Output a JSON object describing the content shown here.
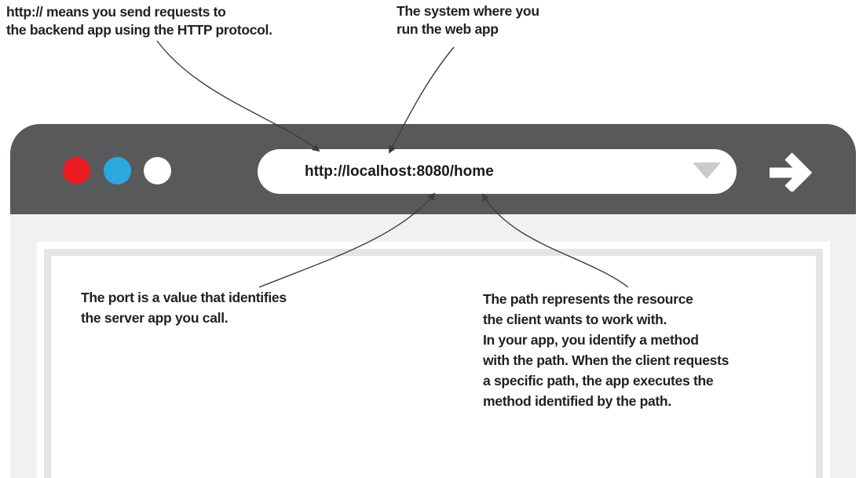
{
  "figure": {
    "description_colors": {
      "browser_chrome": "#58595B",
      "browser_body_background": "#F1F1F2",
      "viewport_frame_border": "#E4E5E6",
      "address_pill": "#FFFFFF",
      "traffic_light_red": "#EC1C24",
      "traffic_light_blue": "#2BA9DF",
      "traffic_light_white": "#FFFFFF",
      "dropdown_triangle": "#C9CBCD",
      "go_arrow": "#FFFFFF",
      "connector_line": "#3E3E40",
      "annotation_text": "#231F20"
    }
  },
  "annotations": {
    "protocol": "http:// means you send requests to\nthe backend app using the HTTP protocol.",
    "system": "The system where you\nrun the web app",
    "port": "The port is a value that identifies\nthe server app you call.",
    "path": "The path represents the resource\nthe client wants to work with.\nIn your app, you identify a method\nwith the path. When the client requests\na specific path, the app executes the\nmethod identified by the path."
  },
  "browser": {
    "url": "http://localhost:8080/home",
    "traffic_lights": [
      "red",
      "blue",
      "white"
    ],
    "icons": [
      "dropdown-triangle-icon",
      "go-arrow-icon"
    ]
  }
}
